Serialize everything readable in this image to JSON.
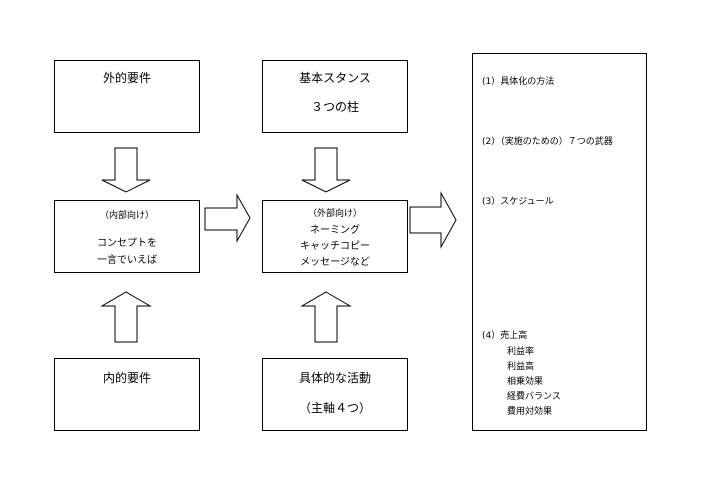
{
  "boxes": {
    "external": {
      "title": "外的要件"
    },
    "stance": {
      "title": "基本スタンス",
      "subtitle": "３つの柱"
    },
    "internal_direction": {
      "tag": "（内部向け）",
      "line1": "コンセプトを",
      "line2": "一言でいえば"
    },
    "external_direction": {
      "tag": "（外部向け）",
      "line1": "ネーミング",
      "line2": "キャッチコピー",
      "line3": "メッセージなど"
    },
    "internal": {
      "title": "内的要件"
    },
    "activities": {
      "title": "具体的な活動",
      "subtitle": "（主軸４つ）"
    }
  },
  "right_panel": {
    "item1": "(1）具体化の方法",
    "item2": "(2）（実施のための）７つの武器",
    "item3": "(3）スケジュール",
    "item4": "(4）売上高",
    "subitems": [
      "利益率",
      "利益高",
      "相乗効果",
      "経費バランス",
      "費用対効果"
    ]
  }
}
